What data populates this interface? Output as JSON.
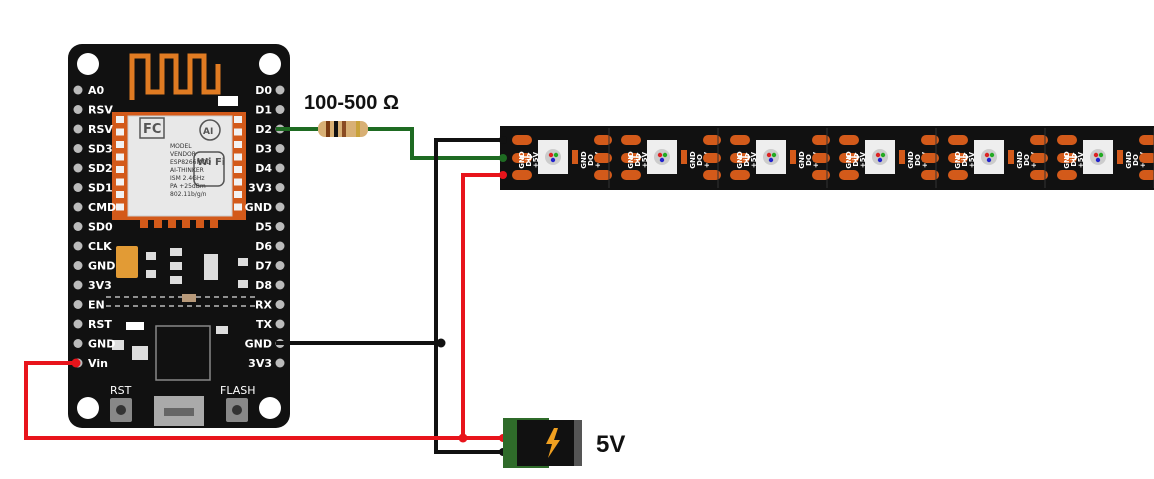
{
  "board": {
    "left_pins": [
      "A0",
      "RSV",
      "RSV",
      "SD3",
      "SD2",
      "SD1",
      "CMD",
      "SD0",
      "CLK",
      "GND",
      "3V3",
      "EN",
      "RST",
      "GND",
      "Vin"
    ],
    "right_pins": [
      "D0",
      "D1",
      "D2",
      "D3",
      "D4",
      "3V3",
      "GND",
      "D5",
      "D6",
      "D7",
      "D8",
      "RX",
      "TX",
      "GND",
      "3V3"
    ],
    "rst_label": "RST",
    "flash_label": "FLASH",
    "module_lines": [
      "MODEL",
      "VENDOR",
      "ESP8266MOD",
      "AI-THINKER",
      "ISM 2.4GHz",
      "PA +25dBm",
      "802.11b/g/n"
    ],
    "wifi_text": "Wi Fi"
  },
  "resistor": {
    "label": "100-500 Ω"
  },
  "strip": {
    "pad_left": [
      "GND",
      "Din",
      "+5V"
    ],
    "pad_right": [
      "GND",
      "DO",
      "+5V"
    ],
    "segments": 6
  },
  "power": {
    "label": "5V"
  },
  "colors": {
    "board": "#111111",
    "wire_red": "#e8141b",
    "wire_black": "#111111",
    "wire_green": "#1e6b22",
    "pad": "#d35a1a",
    "jack_green": "#2f6b2a"
  }
}
